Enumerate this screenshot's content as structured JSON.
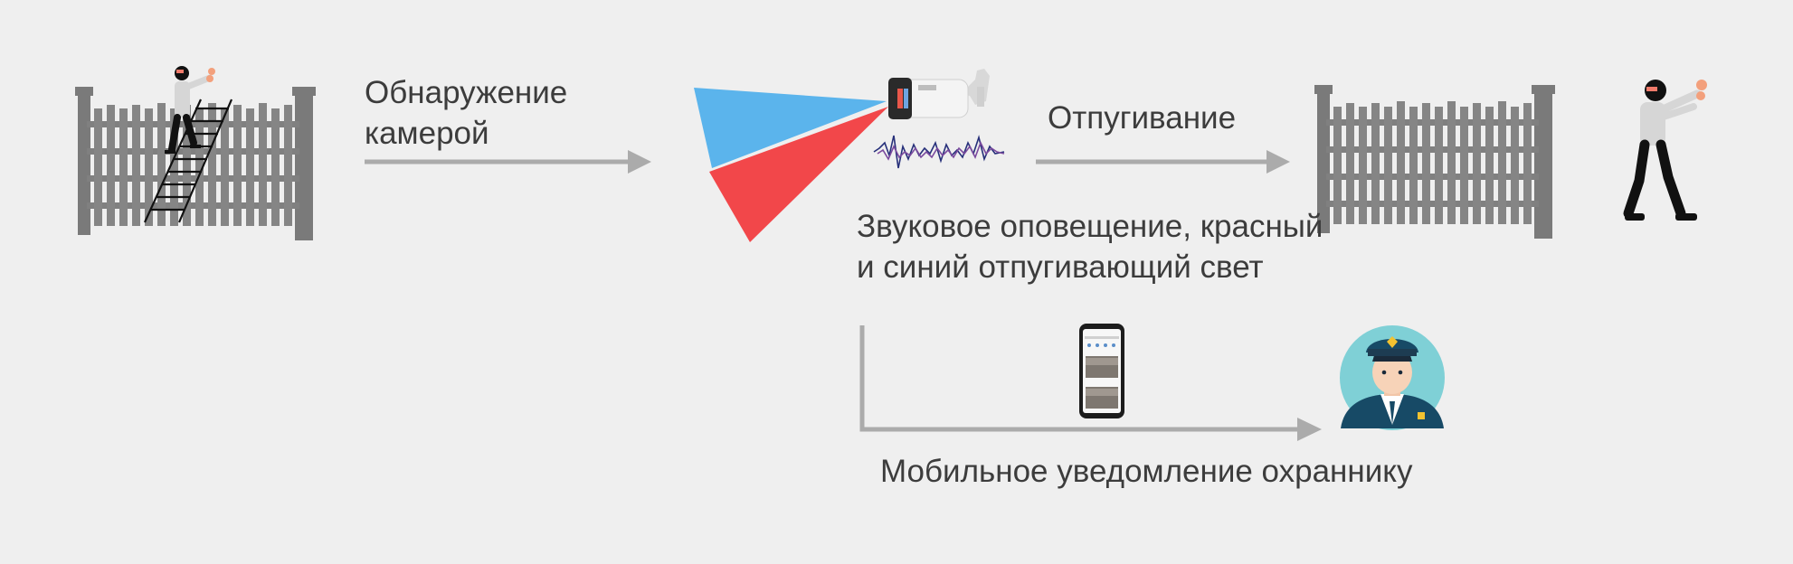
{
  "labels": {
    "detection": [
      "Обнаружение",
      "камерой"
    ],
    "deterrence": "Отпугивание",
    "alarm": [
      "Звуковое оповещение, красный",
      "и синий отпугивающий свет"
    ],
    "mobile": "Мобильное уведомление охраннику"
  },
  "colors": {
    "background": "#efefef",
    "arrow": "#ababab",
    "fence": "#7a7a7a",
    "blue_light": "#5bb4ec",
    "red_light": "#f2474a",
    "guard_circle": "#7fd0d6",
    "guard_uniform": "#174a66"
  },
  "icons": [
    "intruder-climbing-icon",
    "fence-icon",
    "ladder-icon",
    "camera-icon",
    "sound-wave-icon",
    "smartphone-icon",
    "security-guard-icon",
    "intruder-fleeing-icon"
  ]
}
